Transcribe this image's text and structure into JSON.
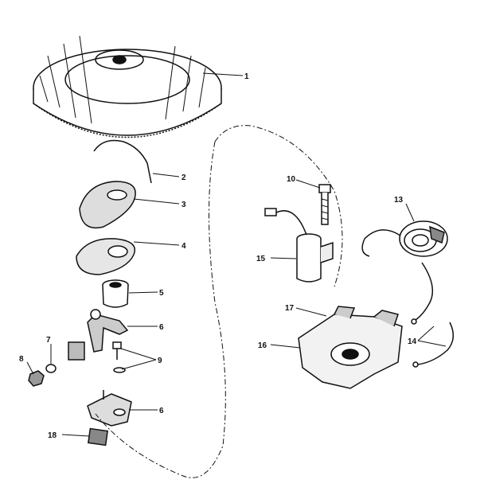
{
  "labels": {
    "flywheel": "1",
    "spring": "2",
    "cover": "3",
    "gasket": "4",
    "spacer": "5",
    "breaker_arm": "6",
    "breaker_point": "6",
    "washer": "7",
    "nut": "8",
    "screw_pair": "9",
    "screw": "10",
    "coil": "13",
    "lead_wire": "14",
    "condenser": "15",
    "stator_plate": "16",
    "clip": "17",
    "felt": "18"
  }
}
